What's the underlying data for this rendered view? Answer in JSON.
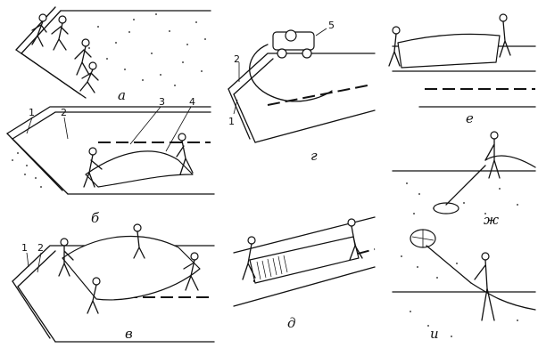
{
  "panels": [
    {
      "id": "a",
      "label": "а"
    },
    {
      "id": "b",
      "label": "б",
      "callouts": [
        "1",
        "2",
        "3",
        "4"
      ]
    },
    {
      "id": "v",
      "label": "в",
      "callouts": [
        "1",
        "2"
      ]
    },
    {
      "id": "g",
      "label": "г",
      "callouts": [
        "1",
        "2",
        "5"
      ]
    },
    {
      "id": "d",
      "label": "д"
    },
    {
      "id": "e",
      "label": "е"
    },
    {
      "id": "zh",
      "label": "ж"
    },
    {
      "id": "i",
      "label": "и"
    }
  ]
}
